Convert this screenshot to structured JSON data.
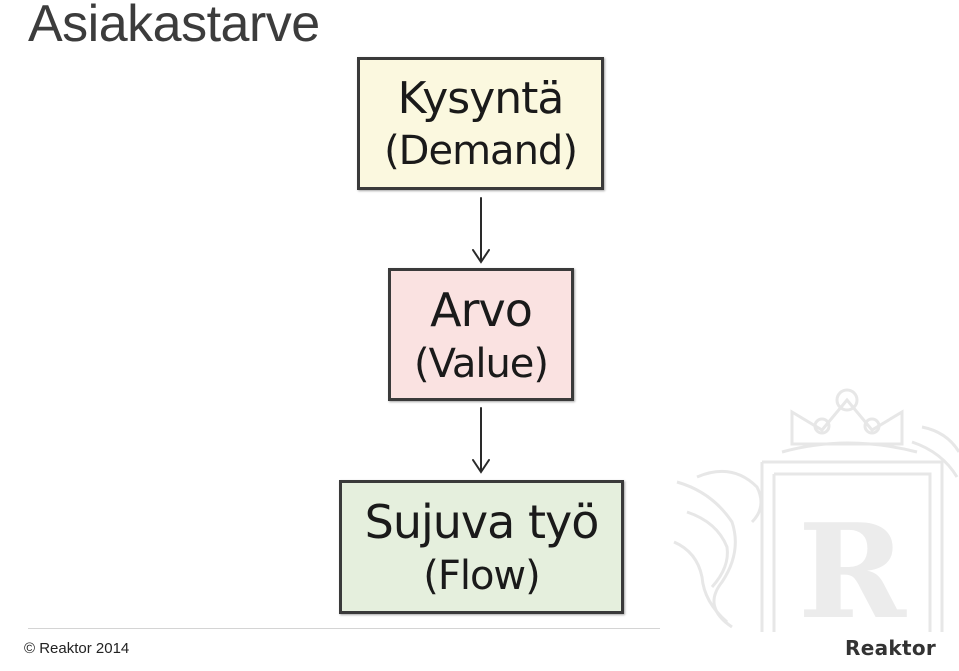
{
  "title": "Asiakastarve",
  "diagram": {
    "nodes": [
      {
        "main": "Kysyntä",
        "sub": "(Demand)",
        "color": "#fbf8df"
      },
      {
        "main": "Arvo",
        "sub": "(Value)",
        "color": "#fae2e1"
      },
      {
        "main": "Sujuva työ",
        "sub": "(Flow)",
        "color": "#e5efdd"
      }
    ],
    "edges": [
      {
        "from": "Kysyntä",
        "to": "Arvo"
      },
      {
        "from": "Arvo",
        "to": "Sujuva työ"
      }
    ]
  },
  "footer": {
    "copyright": "© Reaktor 2014",
    "logo_text": "Reaktor"
  }
}
